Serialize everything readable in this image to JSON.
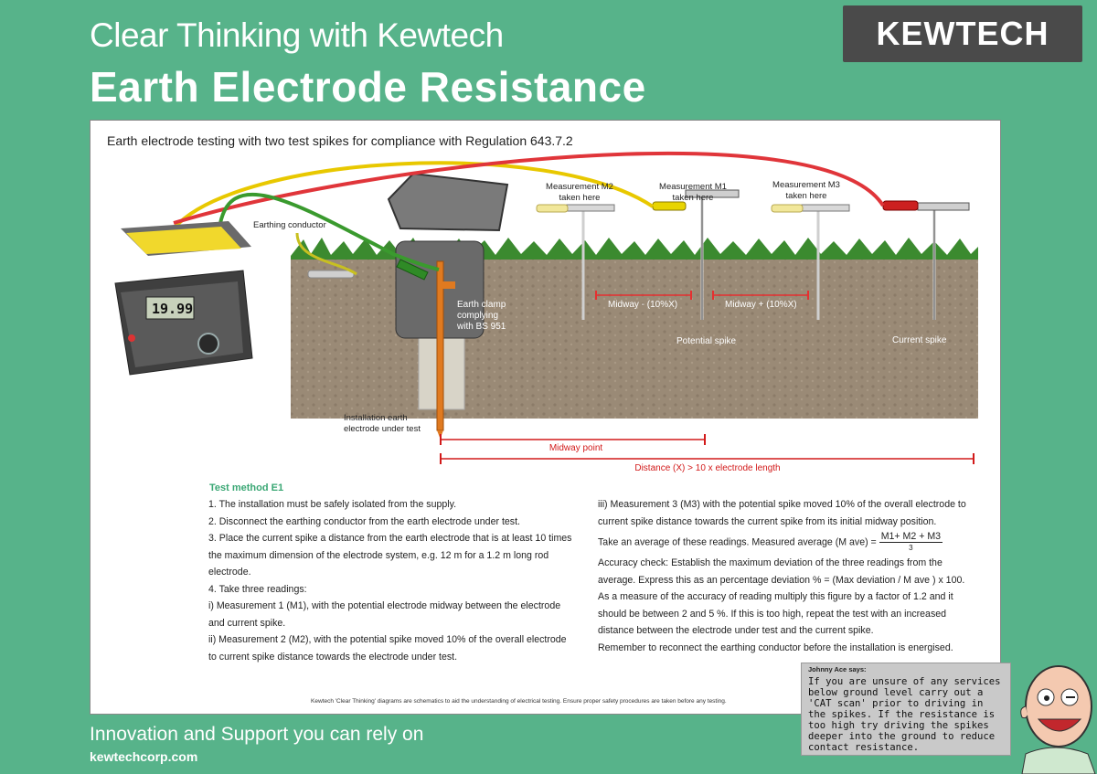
{
  "header": {
    "tagline": "Clear Thinking with Kewtech",
    "title": "Earth Electrode Resistance",
    "brand": "KEWTECH"
  },
  "diagram": {
    "subtitle": "Earth electrode testing with two test spikes for compliance with Regulation 643.7.2",
    "meter_reading": "19.99",
    "labels": {
      "earthing_conductor": "Earthing conductor",
      "earth_clamp": [
        "Earth clamp",
        "complying",
        "with BS 951"
      ],
      "installation_electrode": [
        "Installation earth",
        "electrode under test"
      ],
      "m2": [
        "Measurement M2",
        "taken here"
      ],
      "m1": [
        "Measurement M1",
        "taken here"
      ],
      "m3": [
        "Measurement M3",
        "taken here"
      ],
      "potential_spike": "Potential spike",
      "current_spike": "Current spike",
      "midway_minus": "Midway - (10%X)",
      "midway_plus": "Midway + (10%X)",
      "midway_point": "Midway point",
      "distance": "Distance (X) > 10 x electrode length"
    }
  },
  "method": {
    "heading": "Test method E1",
    "left": [
      "1. The installation must be safely isolated from the supply.",
      "2. Disconnect the earthing conductor from the earth electrode under test.",
      "3. Place the current spike a distance from the earth electrode that is at least 10 times the maximum dimension of the electrode system, e.g. 12 m for a 1.2 m long rod electrode.",
      "4. Take three readings:",
      "i) Measurement 1 (M1), with the potential electrode midway between the electrode and current spike.",
      "ii) Measurement 2 (M2), with the potential spike moved 10% of the overall electrode to current spike distance towards the electrode under test."
    ],
    "right": {
      "m3": "iii) Measurement 3 (M3) with the potential spike moved 10% of the overall electrode to current spike distance towards the current spike from its initial midway position.",
      "average_prefix": "Take an average of these readings. Measured average (M ave)  =",
      "average_num": "M1+ M2 + M3",
      "average_den": "3",
      "accuracy": "Accuracy check: Establish the maximum deviation of the three readings from the average. Express this as an percentage deviation %  = (Max deviation / M ave ) x 100.",
      "measure": "As a measure of the accuracy of reading multiply this figure by a factor of 1.2 and it should be between 2 and 5 %. If this is too high, repeat the test with an increased distance between the electrode under test and the current spike.",
      "reconnect": "Remember to reconnect the earthing conductor before the installation is energised."
    }
  },
  "footnote": "Kewtech 'Clear Thinking' diagrams are schematics to aid the understanding of electrical testing. Ensure proper safety procedures are taken before any testing.",
  "footer": {
    "slogan": "Innovation and Support you can rely on",
    "url": "kewtechcorp.com"
  },
  "tip": {
    "heading": "Johnny Ace says:",
    "text": "If you are unsure of any services below ground level carry out a 'CAT scan' prior to driving in the spikes. If the resistance is too high try driving the spikes deeper into the ground to reduce contact resistance."
  },
  "colors": {
    "background": "#57b38a",
    "accent_red": "#d21a1a",
    "heading_green": "#3aa774",
    "logo_bg": "#4a4a4a"
  }
}
